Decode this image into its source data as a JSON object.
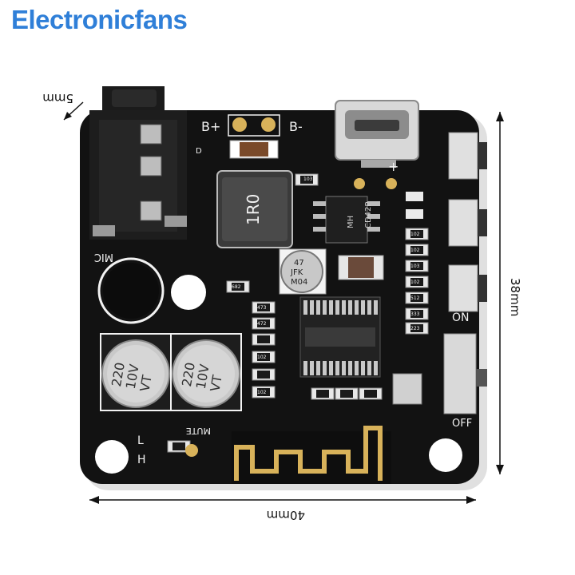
{
  "brand": {
    "name": "Electronicfans",
    "color": "#2f7fd8"
  },
  "dimensions": {
    "thickness": "5mm",
    "height": "38mm",
    "width": "40mm"
  },
  "board_labels": {
    "mic": "MIC",
    "b_plus": "B+",
    "b_minus": "B-",
    "plus": "+",
    "on": "ON",
    "off": "OFF",
    "mute": "MUTE",
    "h": "H",
    "l": "L",
    "d": "D",
    "inductor_code": "1R0",
    "ic_line1": "MH",
    "ic_line2": "CD42P",
    "cap_small": [
      "47",
      "JFK",
      "M04"
    ],
    "cap_big_left": [
      "220",
      "10V",
      "VT"
    ],
    "cap_big_right": [
      "220",
      "10V",
      "VT"
    ],
    "resistor_codes": [
      "102",
      "102",
      "103",
      "102",
      "512",
      "333",
      "223",
      "682",
      "473",
      "472",
      "102",
      "102",
      "103"
    ]
  },
  "colors": {
    "board": "#121212",
    "silk": "#f2f2f2",
    "gold": "#d8b25a",
    "cap_metal": "#c9c9c9"
  }
}
